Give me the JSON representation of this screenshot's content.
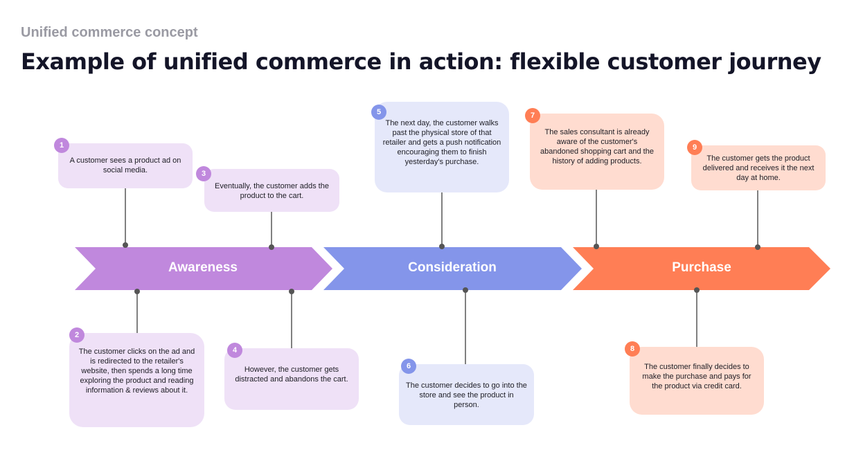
{
  "header": {
    "subtitle": "Unified commerce concept",
    "title": "Example of unified commerce in action: flexible customer journey"
  },
  "colors": {
    "awareness": "#c088dd",
    "awareness_card": "#efe1f7",
    "consideration": "#8495ea",
    "consideration_card": "#e5e8fa",
    "purchase": "#ff7e55",
    "purchase_card": "#ffdcd0",
    "connector": "#555555"
  },
  "stages": [
    {
      "label": "Awareness"
    },
    {
      "label": "Consideration"
    },
    {
      "label": "Purchase"
    }
  ],
  "steps": [
    {
      "number": "1",
      "text": "A customer sees a product ad on social media."
    },
    {
      "number": "2",
      "text": "The customer clicks on the ad and is redirected to the retailer's website, then spends a long time exploring the product and reading information & reviews about it."
    },
    {
      "number": "3",
      "text": "Eventually, the customer adds the product to the cart."
    },
    {
      "number": "4",
      "text": "However, the customer gets distracted and abandons the cart."
    },
    {
      "number": "5",
      "text": "The next day, the customer walks past the physical store of that retailer and gets a push notification encouraging them to finish yesterday's purchase."
    },
    {
      "number": "6",
      "text": "The customer decides to go into the store and see the product in person."
    },
    {
      "number": "7",
      "text": "The sales consultant is already aware of the customer's abandoned shopping cart and the history of adding products."
    },
    {
      "number": "8",
      "text": "The customer finally decides to make the purchase and pays for the product via credit card."
    },
    {
      "number": "9",
      "text": "The customer gets the product delivered and receives it the next day at home."
    }
  ]
}
